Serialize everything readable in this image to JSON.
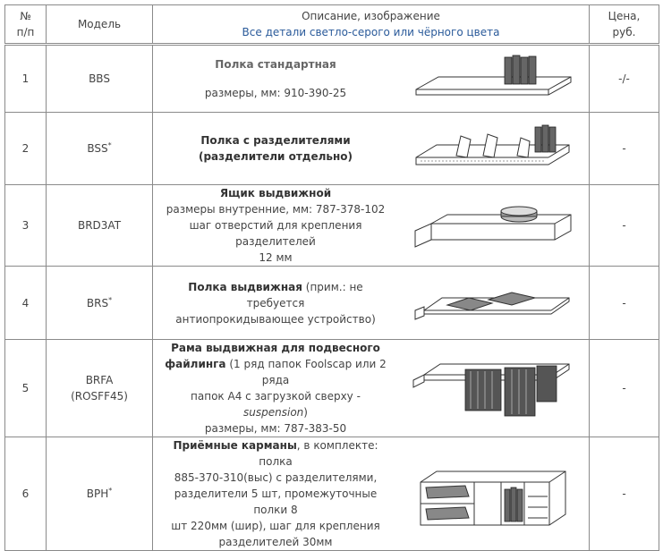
{
  "header": {
    "num": "№ п/п",
    "model": "Модель",
    "desc_title": "Описание, изображение",
    "desc_sub": "Все детали светло-серого или чёрного цвета",
    "price": "Цена, руб."
  },
  "rows": [
    {
      "num": "1",
      "model": "BBS",
      "model_sup": "",
      "title": "Полка стандартная",
      "text": "размеры, мм: 910-390-25",
      "price": "-/-",
      "image_icon": "shelf-with-binders-icon"
    },
    {
      "num": "2",
      "model": "BSS",
      "model_sup": "*",
      "title": "Полка с разделителями (разделители отдельно)",
      "text": "",
      "price": "-",
      "image_icon": "shelf-with-dividers-icon"
    },
    {
      "num": "3",
      "model": "BRD3AT",
      "model_sup": "",
      "title": "Ящик выдвижной",
      "text_lines": [
        "размеры внутренние, мм: 787-378-102",
        "шаг отверстий для крепления разделителей",
        "12 мм"
      ],
      "price": "-",
      "image_icon": "pull-out-drawer-icon"
    },
    {
      "num": "4",
      "model": "BRS",
      "model_sup": "*",
      "title": "Полка выдвижная",
      "text_inline": " (прим.: не требуется",
      "text2": "антиопрокидывающее устройство)",
      "price": "-",
      "image_icon": "pull-out-shelf-icon"
    },
    {
      "num": "5",
      "model": "BRFA",
      "model_line2": "(ROSFF45)",
      "model_sup": "",
      "title1": "Рама выдвижная для подвесного",
      "title2": "файлинга",
      "text_a": " (1 ряд папок Foolscap или 2 ряда",
      "text_b": "папок А4 с загрузкой сверху - ",
      "text_italic": "suspension",
      "text_c": ")",
      "text_d": "размеры, мм: 787-383-50",
      "price": "-",
      "image_icon": "suspension-filing-frame-icon"
    },
    {
      "num": "6",
      "model": "BPH",
      "model_sup": "*",
      "title": "Приёмные карманы",
      "text_a": ", в комплекте: полка",
      "text_lines": [
        "885-370-310(выс) с разделителями,",
        "разделители 5 шт, промежуточные полки 8",
        "шт 220мм (шир), шаг для крепления",
        "разделителей 30мм"
      ],
      "price": "-",
      "image_icon": "reception-pockets-icon"
    }
  ]
}
